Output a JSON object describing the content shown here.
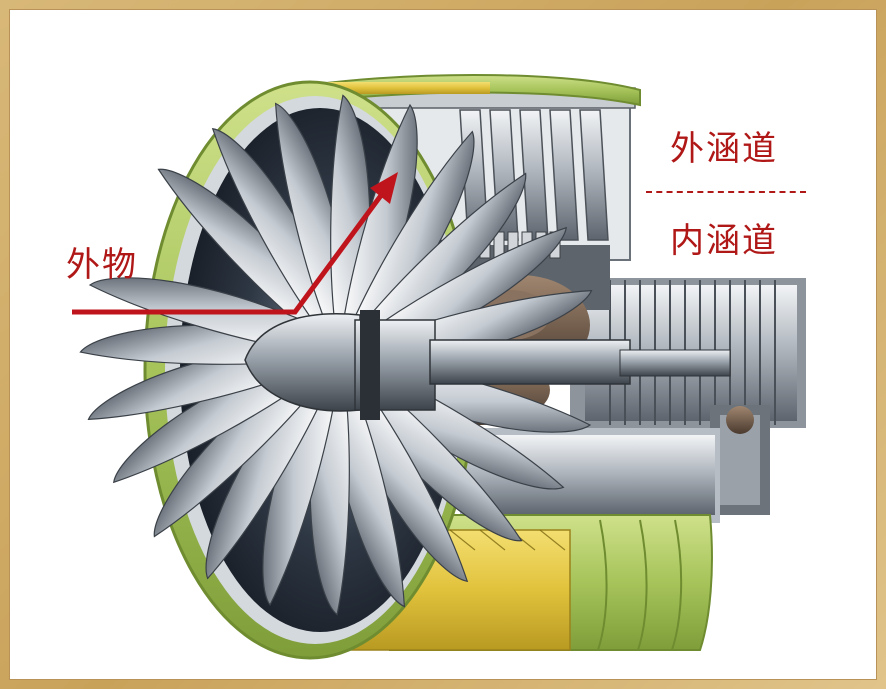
{
  "labels": {
    "foreign_object": "外物",
    "outer_duct": "外涵道",
    "inner_duct": "内涵道"
  },
  "colors": {
    "label": "#b01818",
    "arrow": "#c0141c",
    "frame": "#c9a25a",
    "casing_green": "#a8c65a",
    "casing_yellow": "#e2c540",
    "metal_dark": "#2f3238",
    "metal_light": "#d9dde2"
  }
}
